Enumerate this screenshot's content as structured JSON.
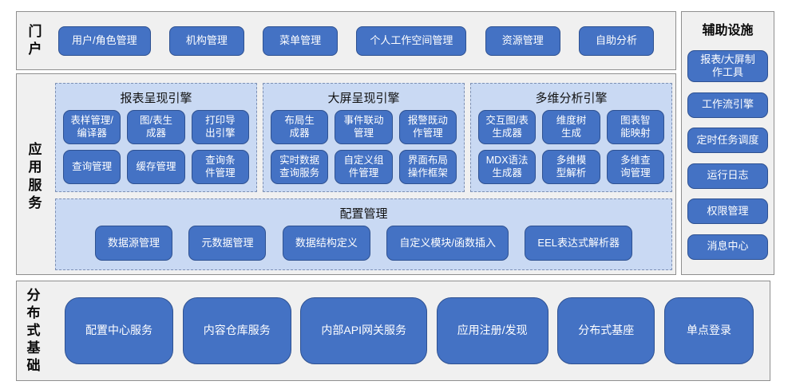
{
  "colors": {
    "button_blue": "#4472c4",
    "button_border": "#2e5191",
    "panel_blue": "#c9d9f3",
    "panel_dashed_border": "#7d90b4",
    "section_bg": "#f0f0f0",
    "section_border": "#8f8f8f"
  },
  "portal": {
    "label": "门户",
    "buttons": [
      "用户/角色管理",
      "机构管理",
      "菜单管理",
      "个人工作空间管理",
      "资源管理",
      "自助分析"
    ]
  },
  "app_services": {
    "label": "应用服务",
    "engines": [
      {
        "title": "报表呈现引擎",
        "buttons": [
          "表样管理/\n编译器",
          "图/表生\n成器",
          "打印导\n出引擎",
          "查询管理",
          "缓存管理",
          "查询条\n件管理"
        ]
      },
      {
        "title": "大屏呈现引擎",
        "buttons": [
          "布局生\n成器",
          "事件联动\n管理",
          "报警既动\n作管理",
          "实时数据\n查询服务",
          "自定义组\n件管理",
          "界面布局\n操作框架"
        ]
      },
      {
        "title": "多维分析引擎",
        "buttons": [
          "交互图/表\n生成器",
          "维度树\n生成",
          "图表智\n能映射",
          "MDX语法\n生成器",
          "多维模\n型解析",
          "多维查\n询管理"
        ]
      }
    ],
    "config": {
      "title": "配置管理",
      "buttons": [
        "数据源管理",
        "元数据管理",
        "数据结构定义",
        "自定义模块/函数插入",
        "EEL表达式解析器"
      ]
    }
  },
  "aux": {
    "label": "辅助设施",
    "buttons": [
      "报表/大屏制\n作工具",
      "工作流引擎",
      "定时任务调度",
      "运行日志",
      "权限管理",
      "消息中心"
    ]
  },
  "distributed": {
    "label": "分布式基础",
    "buttons": [
      "配置中心服务",
      "内容仓库服务",
      "内部API网关服务",
      "应用注册/发现",
      "分布式基座",
      "单点登录"
    ]
  }
}
